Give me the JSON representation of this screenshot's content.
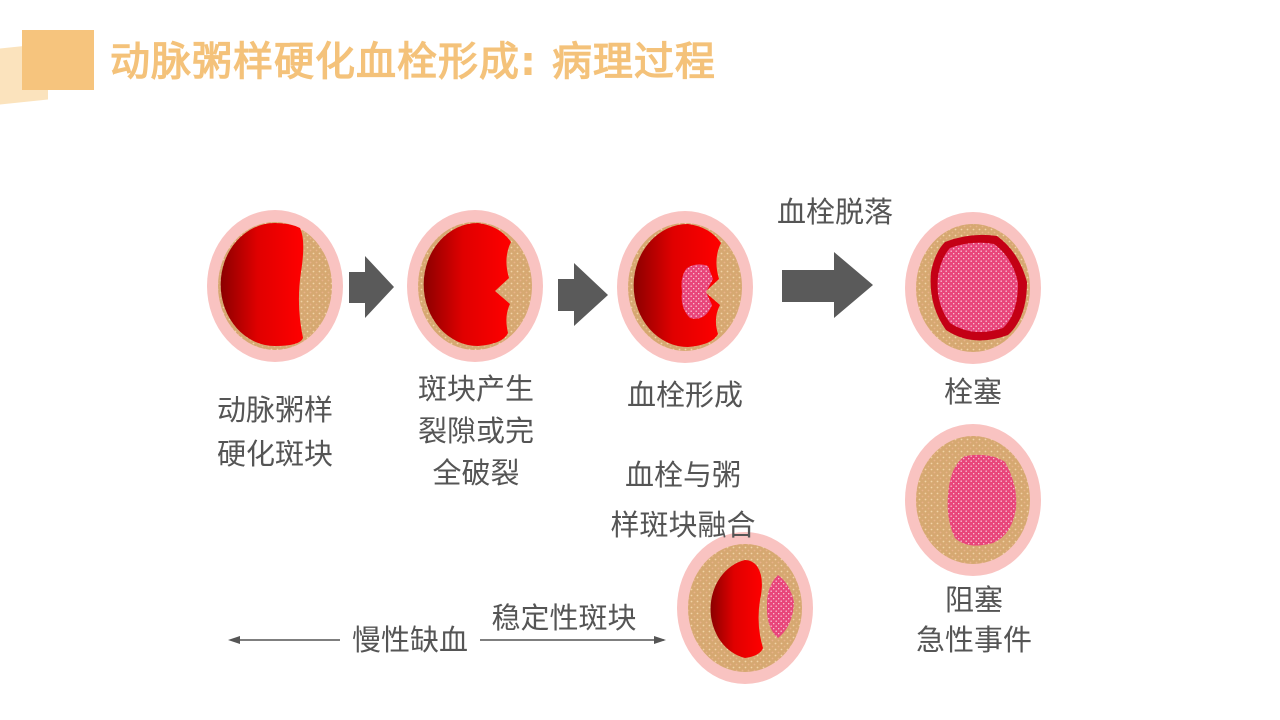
{
  "title": "动脉粥样硬化血栓形成: 病理过程",
  "stages": {
    "plaque": {
      "line1": "动脉粥样",
      "line2": "硬化斑块"
    },
    "rupture": {
      "line1": "斑块产生",
      "line2": "裂隙或完",
      "line3": "全破裂"
    },
    "thrombus": {
      "line1": "血栓形成"
    },
    "embolism": {
      "line1": "栓塞"
    },
    "occlusion": {
      "line1": "阻塞",
      "line2": "急性事件"
    },
    "fusion": {
      "line1": "血栓与粥",
      "line2": "样斑块融合"
    }
  },
  "arrows": {
    "detach_label": "血栓脱落",
    "stable_label": "稳定性斑块",
    "ischemia_label": "慢性缺血"
  },
  "colors": {
    "accent": "#f6c47d",
    "title": "#f4c27a",
    "halo": "#f9c3c1",
    "plaque": "#d6a871",
    "lumen": "#ff0000",
    "lumen_dark": "#b00000",
    "thrombus": "#e8457a",
    "arrow": "#5a5a5a",
    "text": "#555555"
  }
}
